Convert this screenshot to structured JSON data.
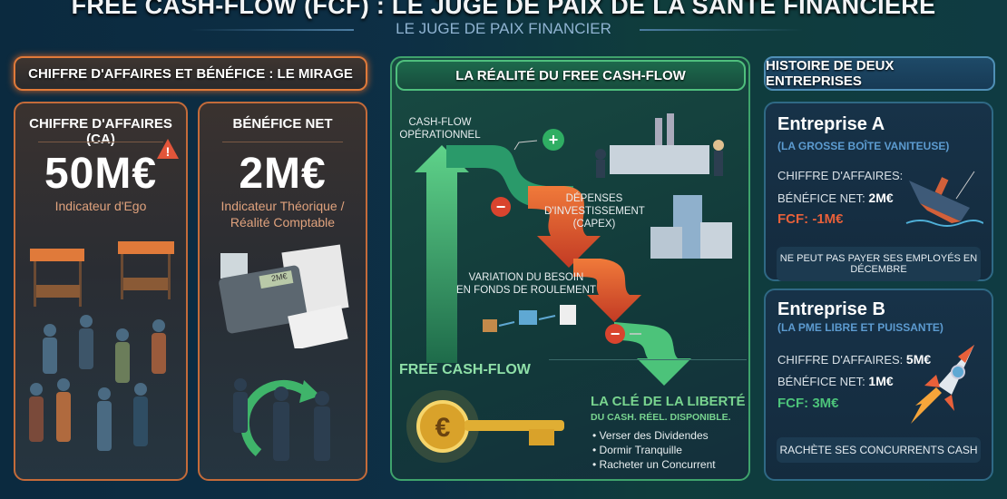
{
  "header": {
    "title": "FREE CASH-FLOW (FCF) : LE JUGE DE PAIX DE LA SANTÉ FINANCIÈRE",
    "subtitle": "LE JUGE DE PAIX FINANCIER"
  },
  "left": {
    "header": "CHIFFRE D'AFFAIRES ET BÉNÉFICE : LE MIRAGE",
    "cards": [
      {
        "title": "CHIFFRE D'AFFAIRES (CA)",
        "value": "50M€",
        "caption": "Indicateur d'Ego",
        "icon": "warning-icon"
      },
      {
        "title": "BÉNÉFICE NET",
        "value": "2M€",
        "caption1": "Indicateur Théorique /",
        "caption2": "Réalité Comptable",
        "screen": "2M€"
      }
    ]
  },
  "middle": {
    "header": "LA RÉALITÉ DU FREE CASH-FLOW",
    "ocf1": "CASH-FLOW",
    "ocf2": "OPÉRATIONNEL",
    "plus": "+",
    "minus": "−",
    "capex1": "DÉPENSES",
    "capex2": "D'INVESTISSEMENT",
    "capex3": "(CAPEX)",
    "bfr1": "VARIATION DU BESOIN",
    "bfr2": "EN FONDS DE ROULEMENT",
    "fcf_label": "FREE CASH-FLOW",
    "key_title": "LA CLÉ DE LA LIBERTÉ",
    "key_sub": "DU CASH. RÉEL. DISPONIBLE.",
    "benefits": [
      "Verser des Dividendes",
      "Dormir Tranquille",
      "Racheter un Concurrent"
    ],
    "euro": "€"
  },
  "right": {
    "header": "HISTOIRE DE DEUX ENTREPRISES",
    "companies": [
      {
        "name": "Entreprise A",
        "tag": "(LA GROSSE BOÎTE VANITEUSE)",
        "ca_label": "CHIFFRE D'AFFAIRES:",
        "bn_label": "BÉNÉFICE NET:",
        "bn": "2M€",
        "fcf": "FCF: -1M€",
        "note": "NE PEUT PAS PAYER SES EMPLOYÉS EN DÉCEMBRE",
        "fcf_color": "#e8603a"
      },
      {
        "name": "Entreprise B",
        "tag": "(LA PME LIBRE ET PUISSANTE)",
        "ca_label": "CHIFFRE D'AFFAIRES:",
        "ca": "5M€",
        "bn_label": "BÉNÉFICE NET:",
        "bn": "1M€",
        "fcf": "FCF: 3M€",
        "note": "RACHÈTE SES CONCURRENTS CASH",
        "fcf_color": "#4cc37a"
      }
    ]
  }
}
